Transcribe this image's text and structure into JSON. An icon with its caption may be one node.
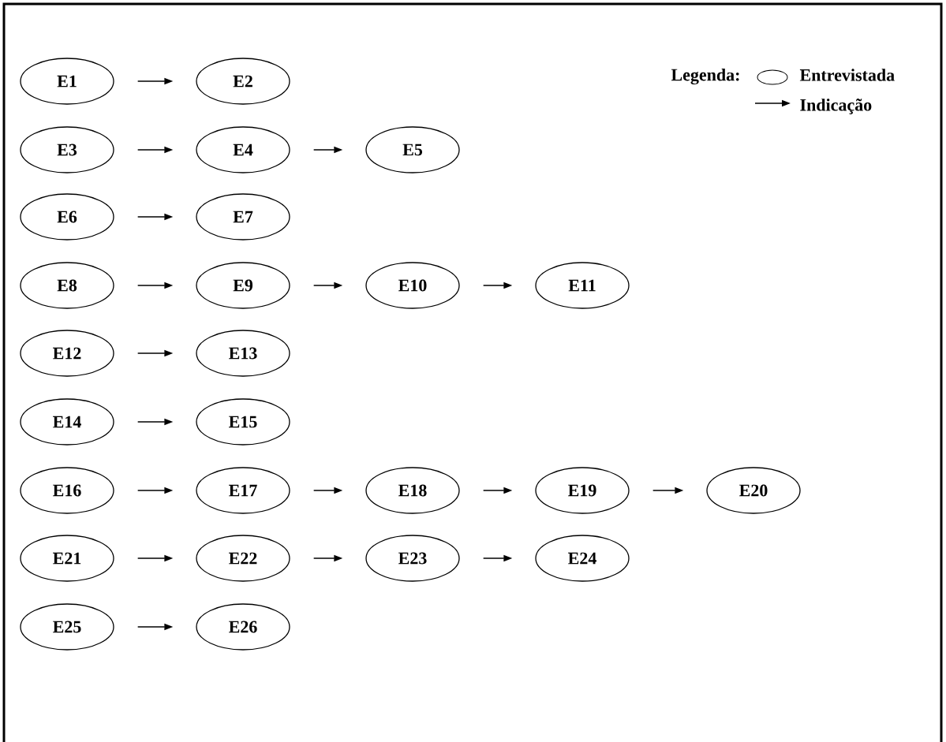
{
  "diagram": {
    "nodes": [
      {
        "text": [
          "E1"
        ]
      },
      {
        "text": [
          "E2"
        ]
      },
      {
        "text": [
          "E3"
        ]
      },
      {
        "text": [
          "E4"
        ]
      },
      {
        "text": [
          "E5"
        ]
      },
      {
        "text": [
          "E6"
        ]
      },
      {
        "text": [
          "E7"
        ]
      },
      {
        "text": [
          "E8"
        ]
      },
      {
        "text": [
          "E9"
        ]
      },
      {
        "text": [
          "E10"
        ]
      },
      {
        "text": [
          "E11"
        ]
      },
      {
        "text": [
          "E12"
        ]
      },
      {
        "text": [
          "E13"
        ]
      },
      {
        "text": [
          "E14"
        ]
      },
      {
        "text": [
          "E15"
        ]
      },
      {
        "text": [
          "E16"
        ]
      },
      {
        "text": [
          "E17"
        ]
      },
      {
        "text": [
          "E18"
        ]
      },
      {
        "text": [
          "E19"
        ]
      },
      {
        "text": [
          "E20"
        ]
      },
      {
        "text": [
          "E21"
        ]
      },
      {
        "text": [
          "E22"
        ]
      },
      {
        "text": [
          "E23"
        ]
      },
      {
        "text": [
          "E24"
        ]
      },
      {
        "text": [
          "E25"
        ]
      },
      {
        "text": [
          "E26"
        ]
      }
    ],
    "edges": [
      {
        "from": 0,
        "to": 1,
        "arrow": "to"
      },
      {
        "from": 2,
        "to": 3,
        "arrow": "to"
      },
      {
        "from": 3,
        "to": 4,
        "arrow": "to"
      },
      {
        "from": 5,
        "to": 6,
        "arrow": "to"
      },
      {
        "from": 7,
        "to": 8,
        "arrow": "to"
      },
      {
        "from": 8,
        "to": 9,
        "arrow": "to"
      },
      {
        "from": 9,
        "to": 10,
        "arrow": "to"
      },
      {
        "from": 11,
        "to": 12,
        "arrow": "to"
      },
      {
        "from": 13,
        "to": 14,
        "arrow": "to"
      },
      {
        "from": 15,
        "to": 16,
        "arrow": "to"
      },
      {
        "from": 16,
        "to": 17,
        "arrow": "to"
      },
      {
        "from": 17,
        "to": 18,
        "arrow": "to"
      },
      {
        "from": 18,
        "to": 19,
        "arrow": "to"
      },
      {
        "from": 20,
        "to": 21,
        "arrow": "to"
      },
      {
        "from": 21,
        "to": 22,
        "arrow": "to"
      },
      {
        "from": 22,
        "to": 23,
        "arrow": "to"
      },
      {
        "from": 24,
        "to": 25,
        "arrow": "to"
      }
    ],
    "labels": [
      "Legenda:"
    ],
    "legend": [
      {
        "text": "Entrevistada"
      },
      {
        "text": "Indicação"
      }
    ]
  }
}
